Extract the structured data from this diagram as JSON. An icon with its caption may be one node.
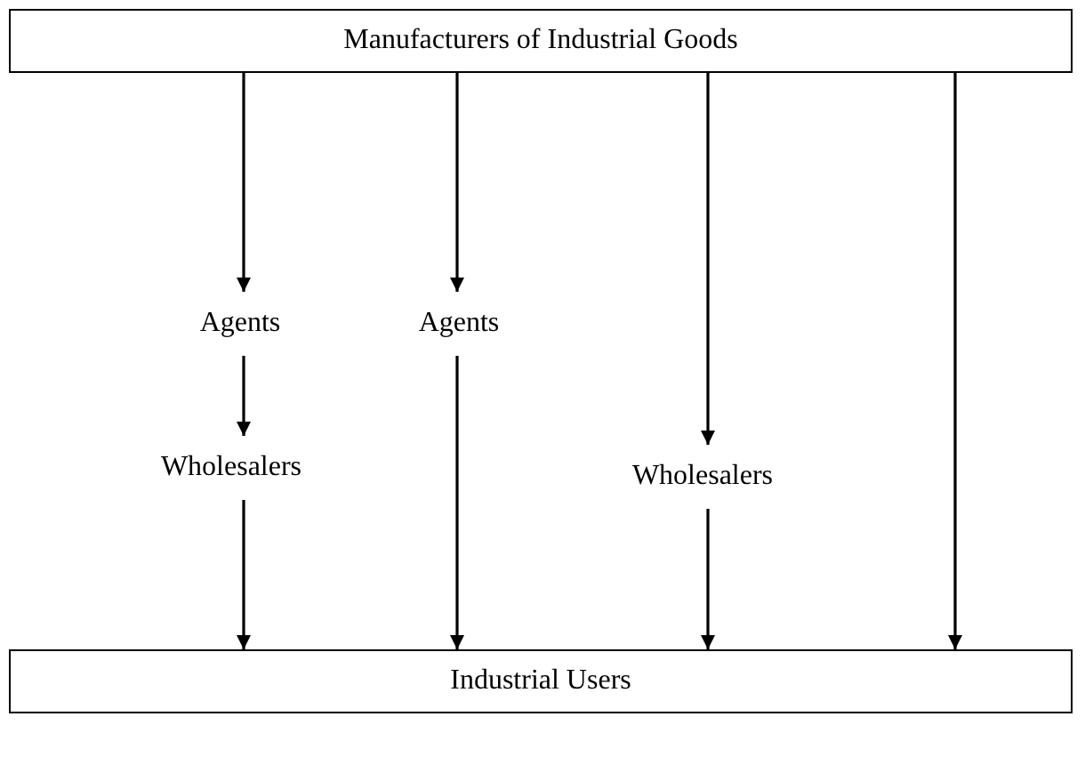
{
  "diagram": {
    "nodes": [
      {
        "text": [
          "Manufacturers of Industrial Goods"
        ]
      },
      {
        "text": [
          "Agents"
        ]
      },
      {
        "text": [
          "Wholesalers"
        ]
      },
      {
        "text": [
          "Agents"
        ]
      },
      {
        "text": [
          "Wholesalers"
        ]
      },
      {
        "text": [
          "Industrial Users"
        ]
      }
    ],
    "edges": [
      {
        "from": 0,
        "to": 1,
        "arrow": "to"
      },
      {
        "from": 1,
        "to": 2,
        "arrow": "to"
      },
      {
        "from": 2,
        "to": 5,
        "arrow": "to"
      },
      {
        "from": 0,
        "to": 3,
        "arrow": "to"
      },
      {
        "from": 3,
        "to": 5,
        "arrow": "to"
      },
      {
        "from": 0,
        "to": 4,
        "arrow": "to"
      },
      {
        "from": 4,
        "to": 5,
        "arrow": "to"
      },
      {
        "from": 0,
        "to": 5,
        "arrow": "to"
      }
    ]
  }
}
